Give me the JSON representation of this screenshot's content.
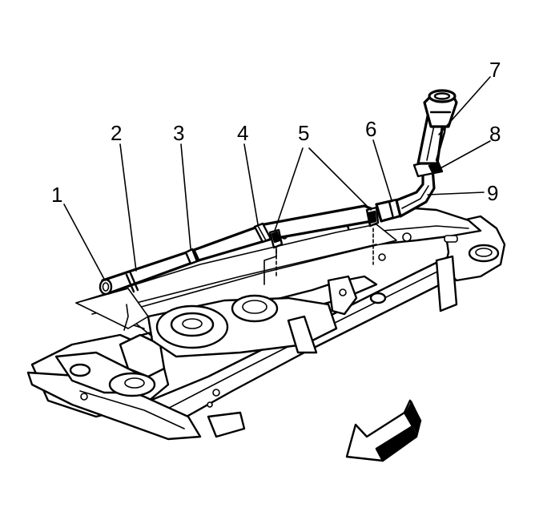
{
  "callouts": [
    {
      "id": 1,
      "label": "1"
    },
    {
      "id": 2,
      "label": "2"
    },
    {
      "id": 3,
      "label": "3"
    },
    {
      "id": 4,
      "label": "4"
    },
    {
      "id": 5,
      "label": "5"
    },
    {
      "id": 6,
      "label": "6"
    },
    {
      "id": 7,
      "label": "7"
    },
    {
      "id": 8,
      "label": "8"
    },
    {
      "id": 9,
      "label": "9"
    }
  ],
  "direction_arrow": {
    "icon": "front-direction-arrow-icon"
  }
}
